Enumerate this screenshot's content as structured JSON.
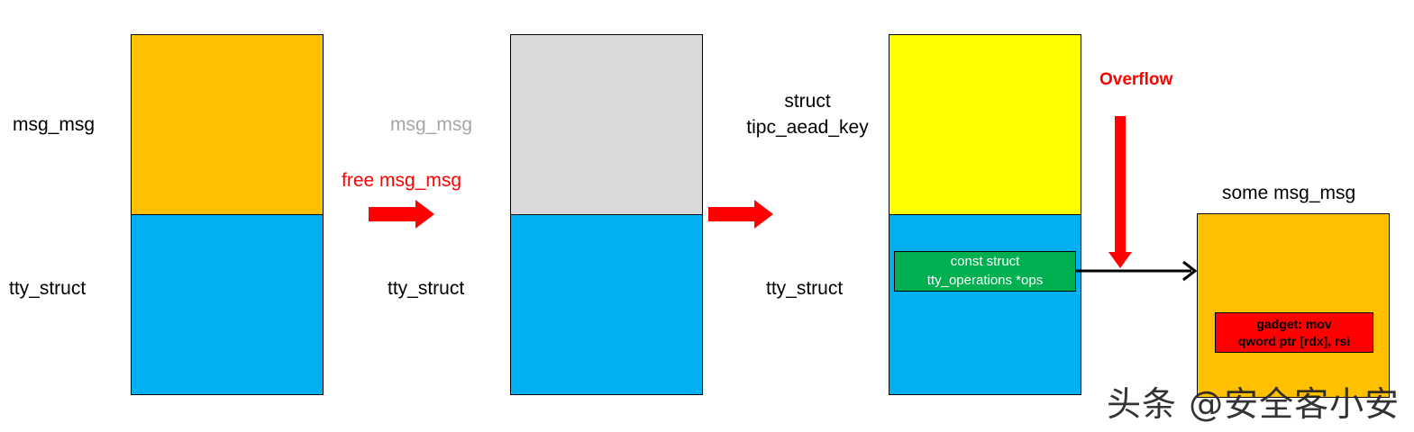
{
  "diagram": {
    "stage1": {
      "top_label": "msg_msg",
      "bottom_label": "tty_struct"
    },
    "arrow1_label": "free msg_msg",
    "stage2": {
      "top_label": "msg_msg",
      "bottom_label": "tty_struct"
    },
    "stage3": {
      "top_label_line1": "struct",
      "top_label_line2": "tipc_aead_key",
      "bottom_label": "tty_struct",
      "ops_line1": "const struct",
      "ops_line2": "tty_operations *ops"
    },
    "overflow_label": "Overflow",
    "target": {
      "title": "some msg_msg",
      "gadget_line1": "gadget: mov",
      "gadget_line2": "qword ptr [rdx], rsi"
    }
  },
  "watermark": "头条 @安全客小安",
  "colors": {
    "orange": "#ffc000",
    "blue": "#00b0f0",
    "gray": "#d9d9d9",
    "yellow": "#ffff00",
    "green": "#00b050",
    "red": "#ff0000"
  }
}
